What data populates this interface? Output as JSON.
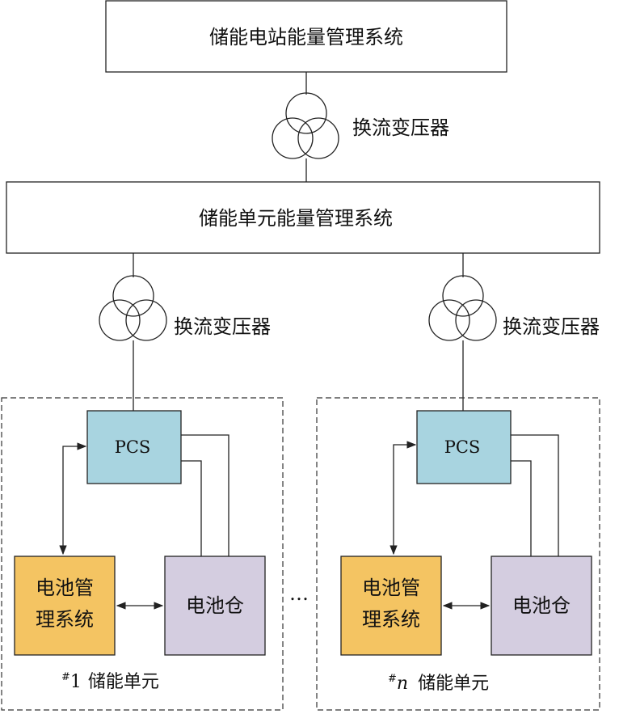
{
  "station_ems": {
    "label": "储能电站能量管理系统"
  },
  "top_transformer": {
    "label": "换流变压器"
  },
  "unit_ems": {
    "label": "储能单元能量管理系统"
  },
  "units": [
    {
      "transformer_label": "换流变压器",
      "pcs_label": "PCS",
      "bms_line1": "电池管",
      "bms_line2": "理系统",
      "battery_label": "电池仓",
      "unit_prefix": "#",
      "unit_index": "1",
      "unit_label": "储能单元"
    },
    {
      "transformer_label": "换流变压器",
      "pcs_label": "PCS",
      "bms_line1": "电池管",
      "bms_line2": "理系统",
      "battery_label": "电池仓",
      "unit_prefix": "#",
      "unit_index": "n",
      "unit_label": "储能单元"
    }
  ],
  "ellipsis": "…",
  "colors": {
    "pcs_fill": "#a8d4e0",
    "bms_fill": "#f4c462",
    "battery_fill": "#d4cde0",
    "line": "#222222"
  }
}
